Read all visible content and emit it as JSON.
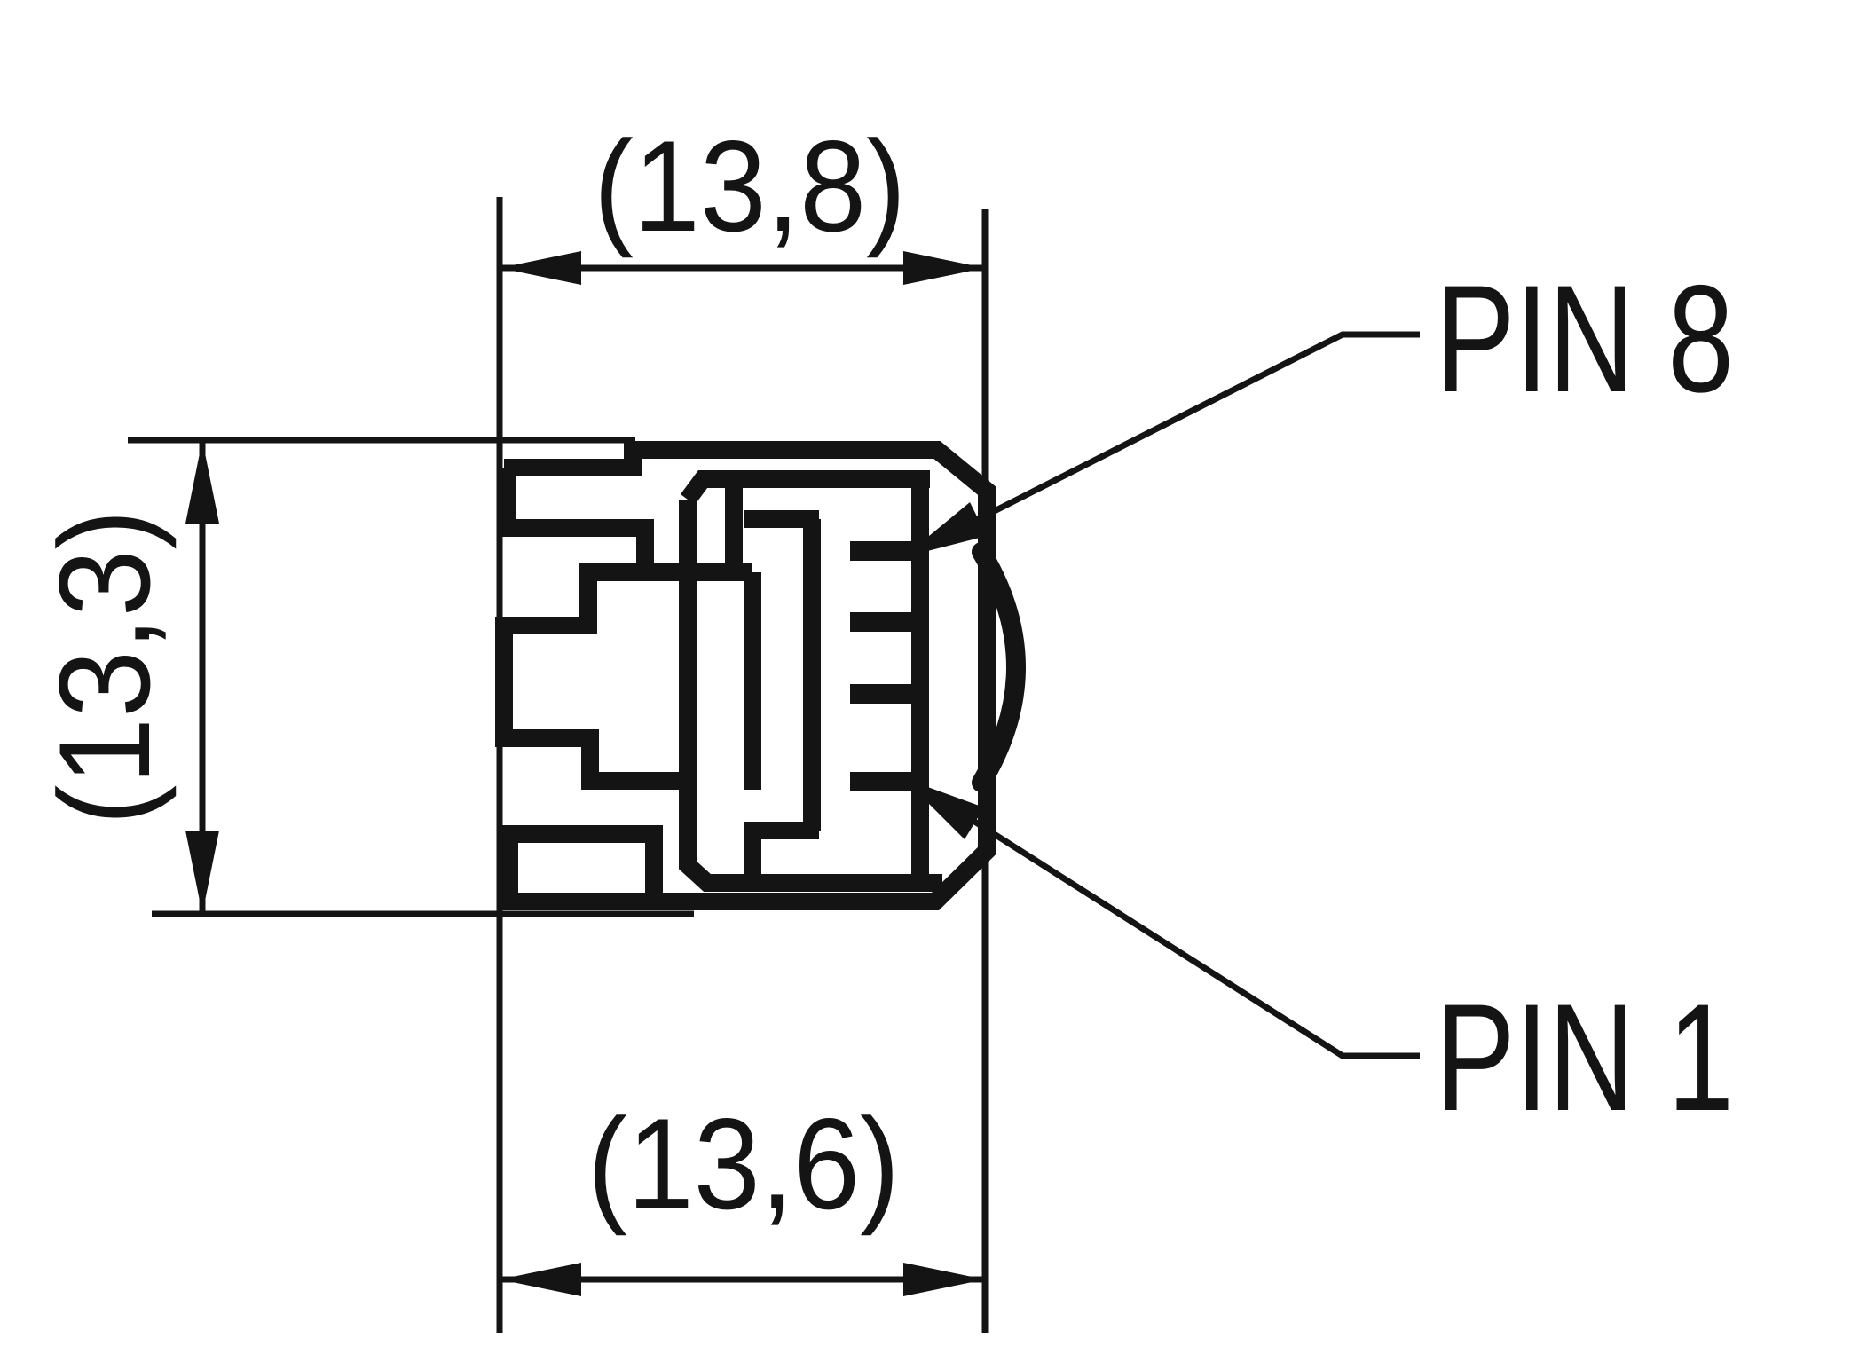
{
  "drawing": {
    "type": "technical-dimension-drawing",
    "subject": "modular-jack-connector-front-view",
    "dimensions": {
      "width_top": "(13,8)",
      "height_left": "(13,3)",
      "width_bottom": "(13,6)"
    },
    "labels": {
      "pin8": "PIN 8",
      "pin1": "PIN 1"
    },
    "colors": {
      "line": "#141414",
      "background": "#ffffff"
    }
  }
}
